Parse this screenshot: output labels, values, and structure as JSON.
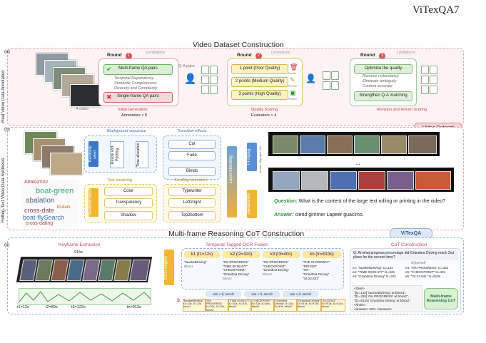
{
  "header": {
    "left": "ViTexQA",
    "right": "7"
  },
  "section_a": {
    "title": "Video Dataset Construction",
    "label": "(a)",
    "side_label": "Real Video Data Annotation",
    "video_tag": "A video",
    "round1": {
      "title": "Round",
      "num": "1",
      "limitations": "Limitations",
      "bullets": [
        "Temporal Dependency",
        "Semantic Completeness",
        "Diversity and Complexity"
      ],
      "multi": "Multi-frame QA pairs",
      "single": "Single-frame QA pairs",
      "caption": "Initial Generation",
      "annotators": "Annotators × 8",
      "pair_tag": "Q-A pairs"
    },
    "round2": {
      "title": "Round",
      "num": "2",
      "limitations": "Limitations",
      "points": [
        "1 point (Poor Quality)",
        "2 points (Medium Quality)",
        "3 points (High Quality)"
      ],
      "caption": "Quality Scoring",
      "evaluators": "Evaluators × 4",
      "tags": [
        "Delete",
        "Revise",
        "Retain"
      ]
    },
    "round3": {
      "title": "Round",
      "num": "3",
      "limitations": "Limitations",
      "optimize": "Optimize the quality",
      "bullets": [
        "Remove redundancy",
        "Eliminate ambiguity",
        "Content accurate"
      ],
      "strengthen": "Strengthen Q-A matching",
      "caption": "Revision and Return Scoring"
    },
    "video_dataset": "Video Dataset"
  },
  "section_b": {
    "label": "(b)",
    "side_label": "Rolling-Text Video Data Synthesis",
    "background_title": "Background sequence",
    "bg_steps": [
      "Randomly select",
      "Resize and Padding",
      "Time allocation"
    ],
    "transition_title": "Transition effects",
    "transitions": [
      "Cut",
      "Fade",
      "Blinds"
    ],
    "text_title": "Text rendering",
    "text_select": "Randomly select",
    "text_props": [
      "Color",
      "Transparency",
      "Shadow"
    ],
    "scroll_title": "Scrolling animation",
    "scrolls": [
      "Typewriter",
      "Left2right",
      "Top2bottom"
    ],
    "layer": "Layer blending",
    "ffmpeg": "FFmpeg",
    "annotation": "Annotation",
    "format_tag": "format: 30fps@H.264",
    "ellipsis": "...",
    "question_label": "Question:",
    "question": "What is the content of the large text rolling or printing in the video?",
    "answer_label": "Answer:",
    "answer": "clerid gimmer Lapeer guacimo.",
    "words": [
      "Abakumov",
      "boat-green",
      "abalation",
      "bt-dark",
      "cross-date",
      "boat-flySearch",
      "cross-dating"
    ]
  },
  "section_c": {
    "title": "Multi-frame Reasoning CoT Construction",
    "label": "(c)",
    "vitexqa": "ViTexQA",
    "keyframe_title": "Keyframe Extraction",
    "duration": "915s",
    "times": [
      "t1=12s",
      "t2=89s",
      "t3=122s",
      "tn=913s"
    ],
    "ocr_title": "Temporal-Tagged OCR Fusion",
    "ocr_engine": "OCR engine",
    "kcols": [
      {
        "head": "k1 (t1=12s)",
        "items": [
          "\"taucketDriving\""
        ],
        "extra": "Bbox1"
      },
      {
        "head": "k2 (t2=32s)",
        "items": [
          "\"0% PROGRESS\"",
          "\"TIME 00:09:477\"",
          "\"CHECKPOINT\"",
          "\"Grandma Driving\""
        ],
        "extra": "Bbox2"
      },
      {
        "head": "k3 (t3=40s)",
        "items": [
          "\"0% PROGRESS\"",
          "\"CHECKPOINT\"",
          "\"Grandma Driving\""
        ],
        "extra": "Bbox3"
      },
      {
        "head": "kn (tn=913s)",
        "items": [
          "\"THE CLOSEWAY\"",
          "\"DRIVER\"",
          "\"3%\"",
          "\"Grandma Driving\"",
          "\"34:22.641\""
        ],
        "extra": "Bboxn"
      }
    ],
    "sims": [
      "sim > θ, IoU>θ",
      "sim > θ, IoU>θ",
      "sim > θ, IoU>θ"
    ],
    "s_label": "S",
    "segments": [
      "\"tauckettDriving\" t1=12s, t1=12s, bbox1",
      "\"0% PROGRESS\" t1=32s, t1=32s, bbox2",
      "\"TIME 00:09:477\" t1=32s, t1=32s, bbox2",
      "\"CHECKPOINT\" t1=32s, t1=40s, bbox2",
      "\"Grandma Driving\" t1=32s, t1=40s, bbox2",
      "\"Grandma Driving\" t1=913s, t1=913s, bboxn",
      "\"34:22.641\" t1=913s, t1=913s, bboxn"
    ],
    "cot_title": "CoT Construction",
    "cot_question": "Q: At what progress percentage did Grandma Driving reach 2nd place for the second time?",
    "s_sorted": "S(sorted)",
    "entries": [
      "e1: \"tauckettDriving\" t1=12s",
      "e2: \"TIME 00:09:477\" t1=32s",
      "e3: \"Grandma Driving\" t1=32s",
      "e4: \"0% PROGRESS\" t1=32s",
      "e5: \"CHECKPOINT\" t1=32s",
      "e6: \"34:22.641\" t1=913s"
    ],
    "think_lines": [
      "<think>",
      "\"[t1=12s] 'tauckettDriving' at bbox1\",",
      "\"[t1=32s] '0% PROGRESS' at bbox2\",",
      "\"[t1=913s] 'Grandma Driving' at bbox2\",",
      "</think>",
      "<answer> 52% </answer>"
    ],
    "multi_cot": "Multi-frame Reasoning CoT"
  },
  "colors": {
    "accent_pink": "#f4c9cf",
    "accent_green": "#d6ecd2",
    "accent_yellow": "#fff3c4",
    "accent_blue": "#dce9f8",
    "orange": "#f2a33a"
  }
}
